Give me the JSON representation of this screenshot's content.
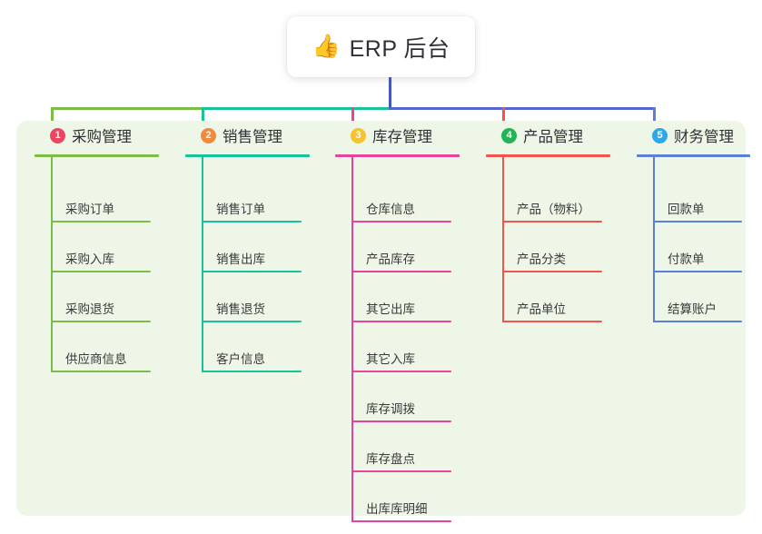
{
  "root": {
    "icon": "thumbs-up-icon",
    "emoji": "👍",
    "title": "ERP 后台"
  },
  "palette": {
    "panel_background": "#eef7e7",
    "page_background": "#ffffff",
    "root_trunk": "#4456c4",
    "bus_left": "#18c39a",
    "bus_center_right": "#5566cc",
    "text": "#3a3a3a"
  },
  "columns": [
    {
      "number": "1",
      "title": "采购管理",
      "badge_color": "#f0455f",
      "line_color": "#7cbd4a",
      "items": [
        {
          "label": "采购订单"
        },
        {
          "label": "采购入库"
        },
        {
          "label": "采购退货"
        },
        {
          "label": "供应商信息"
        }
      ]
    },
    {
      "number": "2",
      "title": "销售管理",
      "badge_color": "#f08a3c",
      "line_color": "#18c39a",
      "items": [
        {
          "label": "销售订单"
        },
        {
          "label": "销售出库"
        },
        {
          "label": "销售退货"
        },
        {
          "label": "客户信息"
        }
      ]
    },
    {
      "number": "3",
      "title": "库存管理",
      "badge_color": "#f5c232",
      "line_color": "#e8429b",
      "items": [
        {
          "label": "仓库信息"
        },
        {
          "label": "产品库存"
        },
        {
          "label": "其它出库"
        },
        {
          "label": "其它入库"
        },
        {
          "label": "库存调拨"
        },
        {
          "label": "库存盘点"
        },
        {
          "label": "出库库明细"
        }
      ]
    },
    {
      "number": "4",
      "title": "产品管理",
      "badge_color": "#22b455",
      "line_color": "#f0564e",
      "items": [
        {
          "label": "产品（物料）"
        },
        {
          "label": "产品分类"
        },
        {
          "label": "产品单位"
        }
      ]
    },
    {
      "number": "5",
      "title": "财务管理",
      "badge_color": "#2fa8e8",
      "line_color": "#5a7fd4",
      "items": [
        {
          "label": "回款单"
        },
        {
          "label": "付款单"
        },
        {
          "label": "结算账户"
        }
      ]
    }
  ]
}
